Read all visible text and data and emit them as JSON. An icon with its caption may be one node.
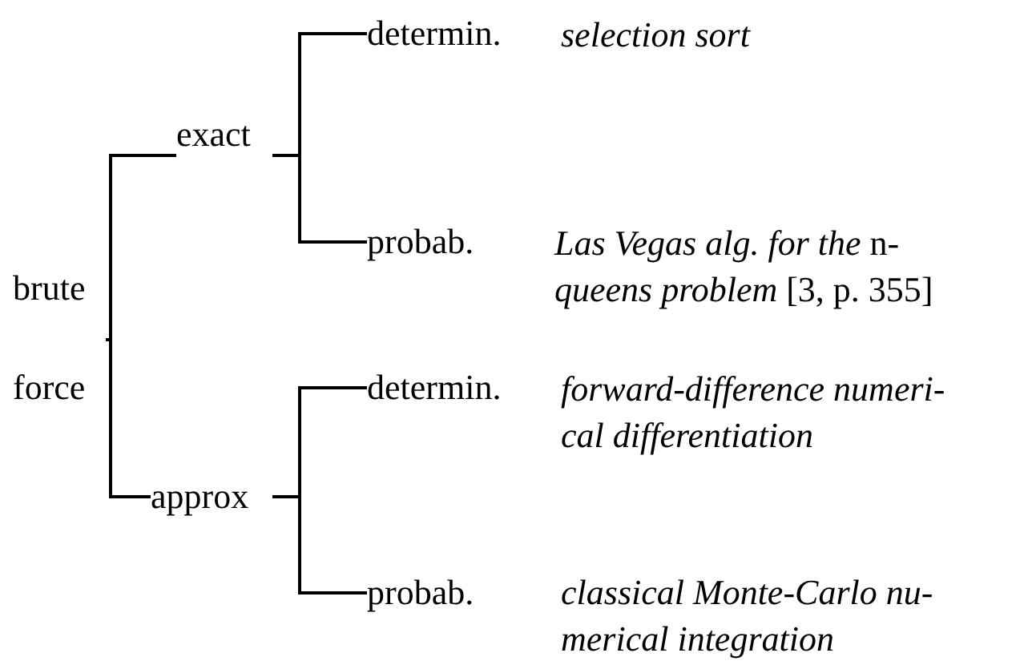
{
  "diagram": {
    "nodes": [
      {
        "text": [
          "brute force"
        ]
      },
      {
        "text": [
          "exact"
        ]
      },
      {
        "text": [
          "approx"
        ]
      },
      {
        "text": [
          "determin."
        ],
        "beside": [
          "*selection sort*"
        ]
      },
      {
        "text": [
          "probab."
        ],
        "beside": [
          "*Las Vegas alg. for the* n-*queens problem* [3, p. 355]"
        ]
      },
      {
        "text": [
          "determin."
        ],
        "beside": [
          "*forward-difference numeri- cal differentiation*"
        ]
      },
      {
        "text": [
          "probab."
        ],
        "beside": [
          "*classical Monte-Carlo nu- merical integration*"
        ]
      }
    ],
    "edges": [
      {
        "from": 0,
        "to": 1,
        "arrow": "none"
      },
      {
        "from": 0,
        "to": 2,
        "arrow": "none"
      },
      {
        "from": 1,
        "to": 3,
        "arrow": "none"
      },
      {
        "from": 1,
        "to": 4,
        "arrow": "none"
      },
      {
        "from": 2,
        "to": 5,
        "arrow": "none"
      },
      {
        "from": 2,
        "to": 6,
        "arrow": "none"
      }
    ]
  }
}
